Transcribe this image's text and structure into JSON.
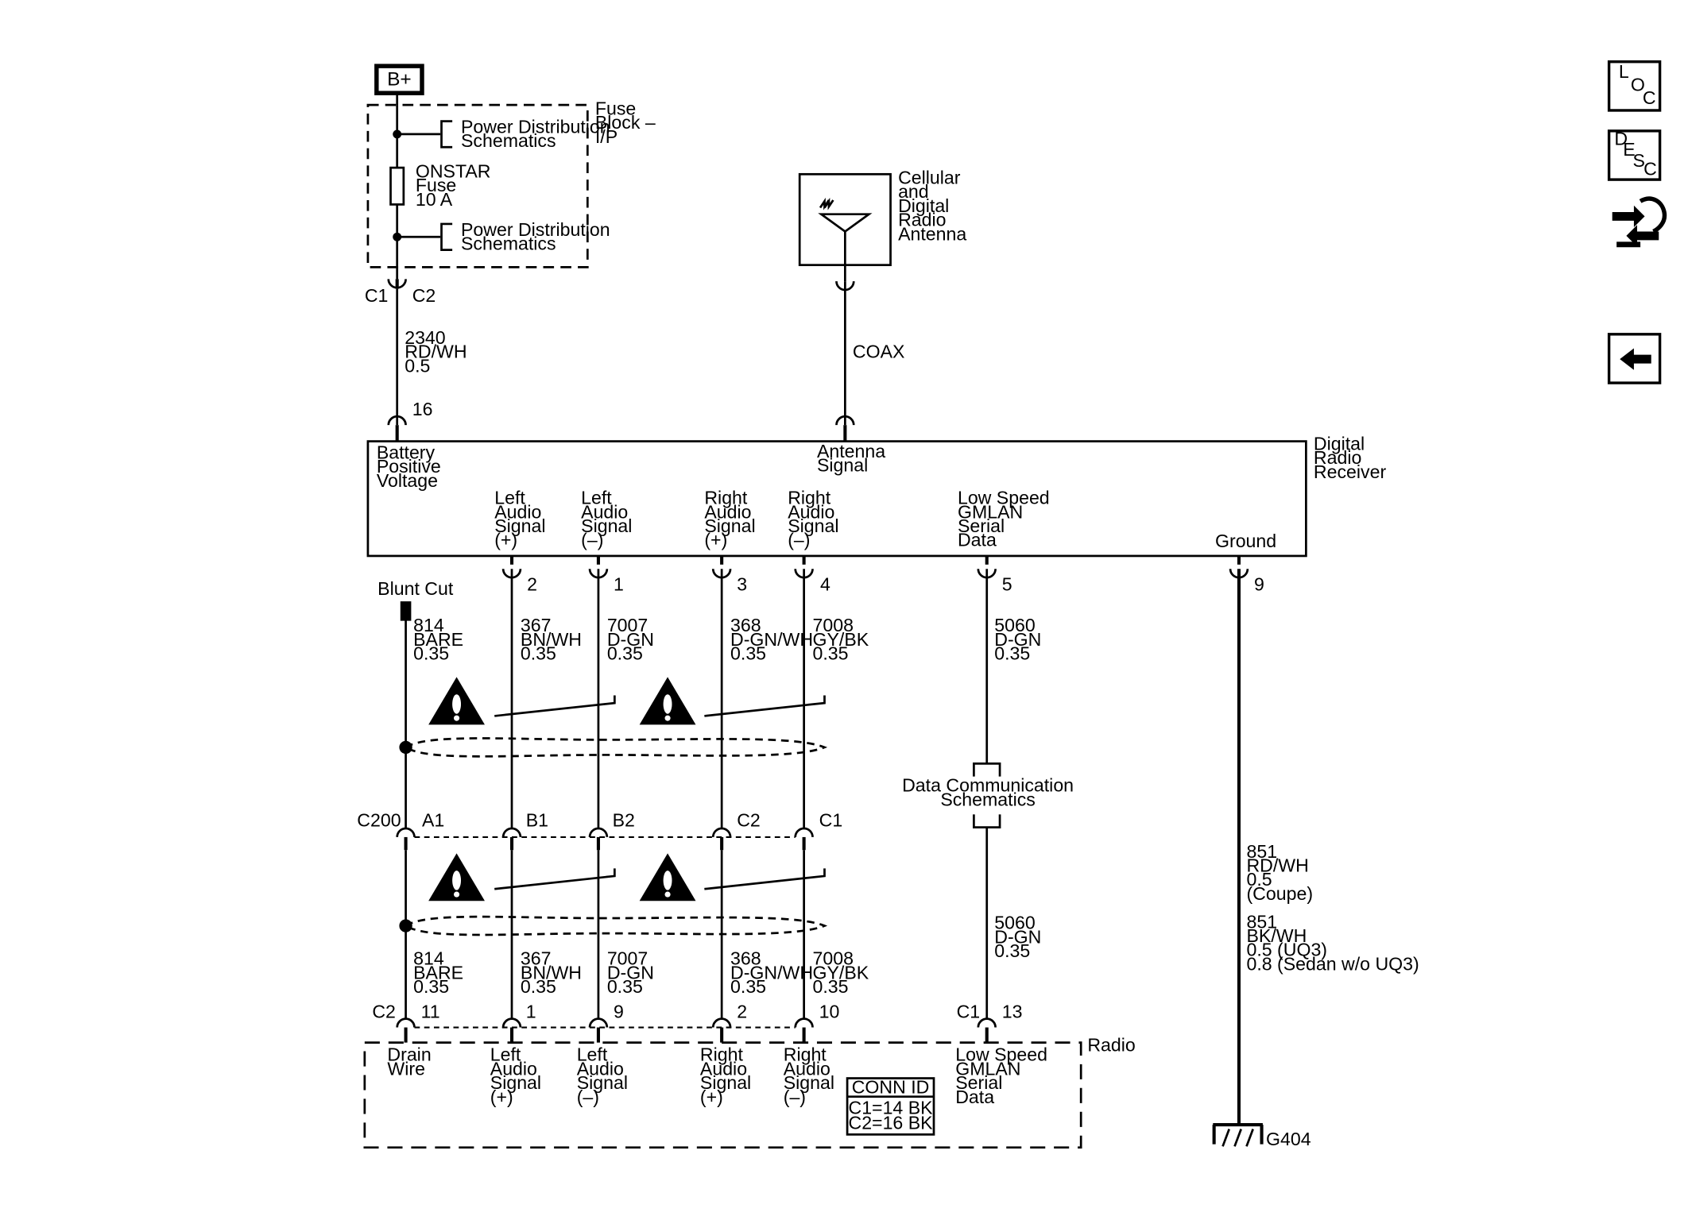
{
  "power": {
    "b_plus": "B+",
    "fuse_block": [
      "Fuse",
      "Block –",
      "I/P"
    ],
    "pds_top": [
      "Power Distribution",
      "Schematics"
    ],
    "fuse": [
      "ONSTAR",
      "Fuse",
      "10 A"
    ],
    "pds_bottom": [
      "Power Distribution",
      "Schematics"
    ],
    "conn_c1": "C1",
    "conn_c2": "C2",
    "wire": [
      "2340",
      "RD/WH",
      "0.5"
    ],
    "pin": "16"
  },
  "antenna": {
    "label": [
      "Cellular",
      "and",
      "Digital",
      "Radio",
      "Antenna"
    ],
    "wire": "COAX"
  },
  "receiver": {
    "name": [
      "Digital",
      "Radio",
      "Receiver"
    ],
    "battery": [
      "Battery",
      "Positive",
      "Voltage"
    ],
    "antenna_signal": [
      "Antenna",
      "Signal"
    ],
    "pins": [
      {
        "label": [
          "Left",
          "Audio",
          "Signal",
          "(+)"
        ],
        "pin": "2"
      },
      {
        "label": [
          "Left",
          "Audio",
          "Signal",
          "(–)"
        ],
        "pin": "1"
      },
      {
        "label": [
          "Right",
          "Audio",
          "Signal",
          "(+)"
        ],
        "pin": "3"
      },
      {
        "label": [
          "Right",
          "Audio",
          "Signal",
          "(–)"
        ],
        "pin": "4"
      },
      {
        "label": [
          "Low Speed",
          "GMLAN",
          "Serial",
          "Data"
        ],
        "pin": "5"
      },
      {
        "label": [
          "Ground"
        ],
        "pin": "9"
      }
    ]
  },
  "upper_wires": [
    {
      "circuit": "814",
      "color": "BARE",
      "gauge": "0.35"
    },
    {
      "circuit": "367",
      "color": "BN/WH",
      "gauge": "0.35"
    },
    {
      "circuit": "7007",
      "color": "D-GN",
      "gauge": "0.35"
    },
    {
      "circuit": "368",
      "color": "D-GN/WH",
      "gauge": "0.35"
    },
    {
      "circuit": "7008",
      "color": "GY/BK",
      "gauge": "0.35"
    },
    {
      "circuit": "5060",
      "color": "D-GN",
      "gauge": "0.35"
    }
  ],
  "blunt_cut": "Blunt Cut",
  "c200": {
    "name": "C200",
    "pins": [
      "A1",
      "B1",
      "B2",
      "C2",
      "C1"
    ]
  },
  "data_comm": [
    "Data Communication",
    "Schematics"
  ],
  "lower_wires": [
    {
      "circuit": "814",
      "color": "BARE",
      "gauge": "0.35"
    },
    {
      "circuit": "367",
      "color": "BN/WH",
      "gauge": "0.35"
    },
    {
      "circuit": "7007",
      "color": "D-GN",
      "gauge": "0.35"
    },
    {
      "circuit": "368",
      "color": "D-GN/WH",
      "gauge": "0.35"
    },
    {
      "circuit": "7008",
      "color": "GY/BK",
      "gauge": "0.35"
    },
    {
      "circuit": "5060",
      "color": "D-GN",
      "gauge": "0.35"
    }
  ],
  "ground_wire": [
    "851",
    "RD/WH",
    "0.5",
    "(Coupe)",
    "851",
    "BK/WH",
    "0.5 (UQ3)",
    "0.8 (Sedan w/o UQ3)"
  ],
  "radio": {
    "name": "Radio",
    "conn_c2": "C2",
    "conn_c1": "C1",
    "pins": [
      {
        "pin": "11",
        "label": [
          "Drain",
          "Wire"
        ]
      },
      {
        "pin": "1",
        "label": [
          "Left",
          "Audio",
          "Signal",
          "(+)"
        ]
      },
      {
        "pin": "9",
        "label": [
          "Left",
          "Audio",
          "Signal",
          "(–)"
        ]
      },
      {
        "pin": "2",
        "label": [
          "Right",
          "Audio",
          "Signal",
          "(+)"
        ]
      },
      {
        "pin": "10",
        "label": [
          "Right",
          "Audio",
          "Signal",
          "(–)"
        ]
      },
      {
        "pin": "13",
        "label": [
          "Low Speed",
          "GMLAN",
          "Serial",
          "Data"
        ]
      }
    ],
    "conn_id": {
      "title": "CONN ID",
      "rows": [
        "C1=14 BK",
        "C2=16 BK"
      ]
    }
  },
  "ground": "G404",
  "nav": {
    "loc": [
      "L",
      "O",
      "C"
    ],
    "desc": [
      "D",
      "E",
      "S",
      "C"
    ]
  }
}
